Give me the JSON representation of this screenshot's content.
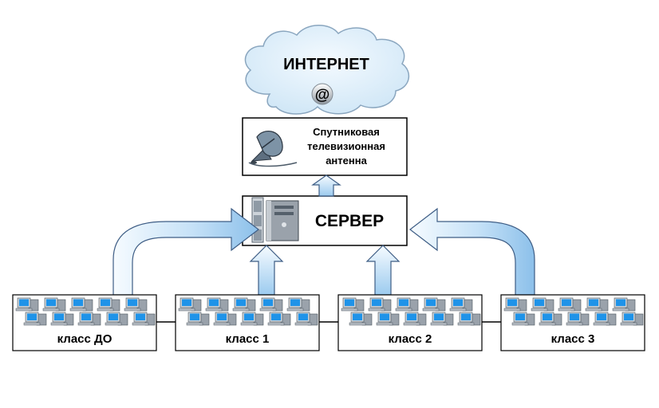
{
  "internet": {
    "label": "ИНТЕРНЕТ",
    "symbol": "@"
  },
  "antenna": {
    "lines": [
      "Спутниковая",
      "телевизионная",
      "антенна"
    ]
  },
  "server": {
    "label": "СЕРВЕР"
  },
  "classes": [
    {
      "label": "класс ДО"
    },
    {
      "label": "класс 1"
    },
    {
      "label": "класс 2"
    },
    {
      "label": "класс 3"
    }
  ],
  "colors": {
    "cloud_fill": "#d8ecf8",
    "cloud_stroke": "#8aa6bf",
    "arrow_light": "#f4faff",
    "arrow_dark": "#8fc3ec",
    "arrow_stroke": "#3e5d85",
    "screen": "#1f93e8",
    "computer_body": "#9aa2ab"
  }
}
